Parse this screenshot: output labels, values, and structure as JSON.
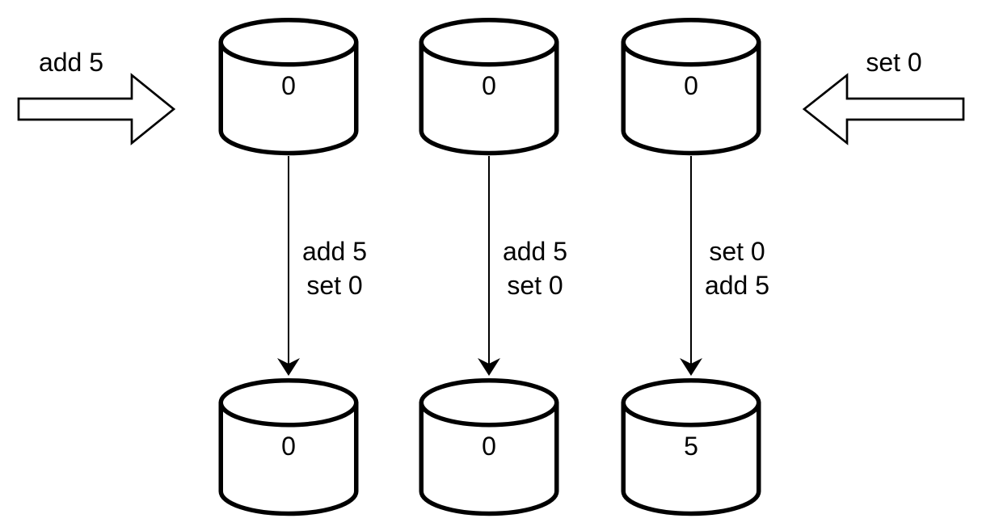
{
  "diagram": {
    "description": "replicated-counter-operations-diagram",
    "colors": {
      "background": "#ffffff",
      "stroke": "#000000",
      "fill": "#ffffff",
      "text": "#000000"
    },
    "input_arrows": {
      "left": {
        "label": "add 5",
        "direction": "right"
      },
      "right": {
        "label": "set 0",
        "direction": "left"
      }
    },
    "columns": [
      {
        "top_value": "0",
        "op_line1": "add 5",
        "op_line2": "set 0",
        "bottom_value": "0"
      },
      {
        "top_value": "0",
        "op_line1": "add 5",
        "op_line2": "set 0",
        "bottom_value": "0"
      },
      {
        "top_value": "0",
        "op_line1": "set 0",
        "op_line2": "add 5",
        "bottom_value": "5"
      }
    ]
  }
}
